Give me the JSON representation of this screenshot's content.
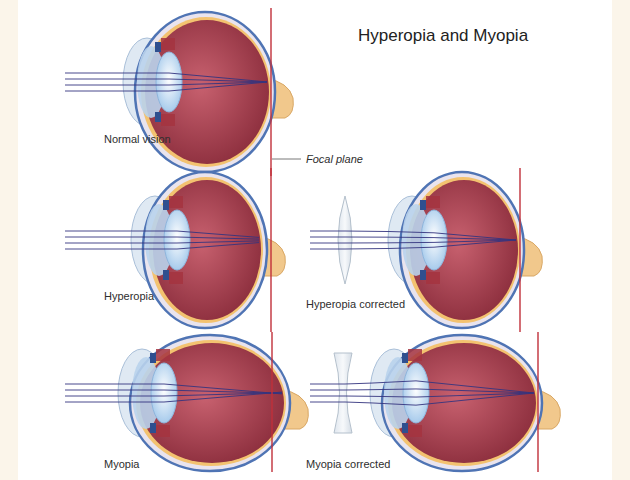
{
  "diagram": {
    "title": "Hyperopia and Myopia",
    "labels": [
      "Normal vision",
      "Focal plane",
      "Hyperopia",
      "Hyperopia corrected",
      "Myopia",
      "Myopia corrected"
    ]
  }
}
